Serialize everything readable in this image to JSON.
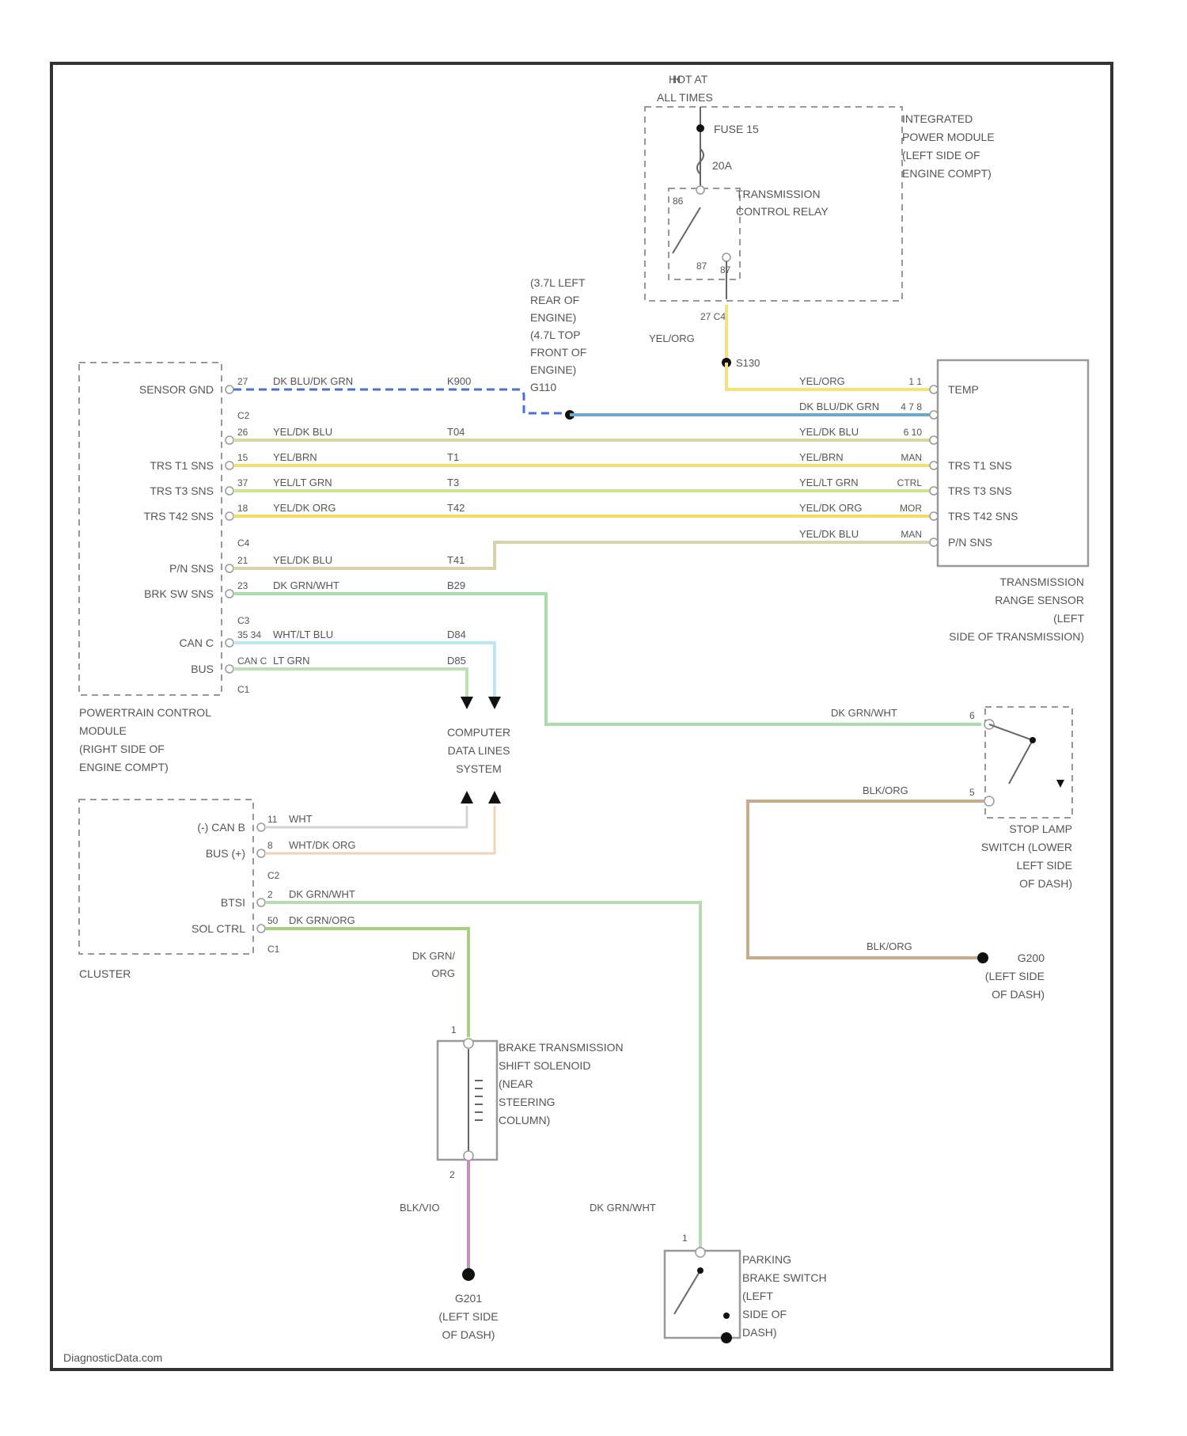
{
  "footer": "DiagnosticData.com",
  "colors": {
    "yel_org": "#f5e27a",
    "dk_blu_dk_grn": "#6aa9c8",
    "dk_blu_dashed": "#4a6fd6",
    "yel_dk_blu": "#d7d99a",
    "yel_brn": "#f2de6e",
    "yel_lt_grn": "#c9e58f",
    "yel_dk_org": "#f3d86a",
    "yel_brn_dkorg": "#d8d4a8",
    "dk_grn_wht": "#a8dca8",
    "wht_lt_blu": "#bfe6ee",
    "can_lt_grn": "#bde0b5",
    "can_l": "#d4d4d4",
    "can_h": "#f1d3b5",
    "blk_org": "#c8aa8c",
    "blk_vio": "#c28cc4",
    "stop_grn": "#b6dcb0"
  },
  "power": {
    "note": "HOT AT\nALL TIMES",
    "ipm_label": "INTEGRATED\nPOWER MODULE\n(LEFT SIDE OF\nENGINE COMPT)",
    "fuse": "FUSE 15",
    "fuse_amp": "20A",
    "relay_label": "TRANSMISSION\nCONTROL RELAY",
    "pin_a": "86",
    "pin_b": "87",
    "pin_c": "87",
    "conn": "27   C4",
    "wire": "YEL/ORG",
    "splice": "S130"
  },
  "ground_note": "(3.7L LEFT\nREAR OF\nENGINE)\n(4.7L TOP\nFRONT OF\nENGINE)\nG110",
  "pcm": {
    "label": "POWERTRAIN CONTROL\nMODULE\n(RIGHT SIDE OF\nENGINE COMPT)",
    "pins": [
      {
        "name": "SENSOR GND",
        "num": "27",
        "wire": "DK BLU/DK GRN",
        "circuit": "K900"
      },
      {
        "name": "",
        "num": "C2",
        "wire": "",
        "circuit": ""
      },
      {
        "name": "",
        "num": "26",
        "wire": "YEL/DK BLU",
        "circuit": "T04"
      },
      {
        "name": "TRS T1 SNS",
        "num": "15",
        "wire": "YEL/BRN",
        "circuit": "T1"
      },
      {
        "name": "TRS T3 SNS",
        "num": "37",
        "wire": "YEL/LT GRN",
        "circuit": "T3"
      },
      {
        "name": "TRS T42 SNS",
        "num": "18",
        "wire": "YEL/DK ORG",
        "circuit": "T42"
      },
      {
        "name": "",
        "num": "C4",
        "wire": "",
        "circuit": ""
      },
      {
        "name": "P/N SNS",
        "num": "21",
        "wire": "YEL/DK BLU",
        "circuit": "T41"
      },
      {
        "name": "BRK SW SNS",
        "num": "23",
        "wire": "DK GRN/WHT",
        "circuit": "B29"
      },
      {
        "name": "",
        "num": "C3",
        "wire": "",
        "circuit": ""
      },
      {
        "name": "CAN C",
        "num": "35 34",
        "wire": "WHT/LT BLU",
        "circuit": "D84"
      },
      {
        "name": "BUS",
        "num": "CAN C",
        "wire": "LT GRN",
        "circuit": "D85"
      },
      {
        "name": "",
        "num": "C1",
        "wire": "",
        "circuit": ""
      }
    ]
  },
  "trs": {
    "label": "TRANSMISSION\nRANGE SENSOR\n(LEFT\nSIDE OF TRANSMISSION)",
    "pins": [
      {
        "name": "TEMP",
        "wire": "YEL/ORG",
        "num": "1  1"
      },
      {
        "name": "",
        "wire": "DK BLU/DK GRN",
        "num": "4  7 8"
      },
      {
        "name": "",
        "wire": "YEL/DK BLU",
        "num": "6  10"
      },
      {
        "name": "TRS T1 SNS",
        "wire": "YEL/BRN",
        "num": "MAN"
      },
      {
        "name": "TRS T3 SNS",
        "wire": "YEL/LT GRN",
        "num": "CTRL"
      },
      {
        "name": "TRS T42 SNS",
        "wire": "YEL/DK ORG",
        "num": "MOR"
      },
      {
        "name": "P/N SNS",
        "wire": "YEL/DK BLU",
        "num": "MAN"
      }
    ]
  },
  "cdl": {
    "label": "COMPUTER\nDATA LINES\nSYSTEM"
  },
  "cluster": {
    "label": "CLUSTER",
    "pins": [
      {
        "name": "(-) CAN B",
        "num": "11",
        "wire": "WHT"
      },
      {
        "name": "BUS (+)",
        "num": "8",
        "wire": "WHT/DK ORG"
      },
      {
        "name": "",
        "num": "C2",
        "wire": ""
      },
      {
        "name": "BTSI",
        "num": "2",
        "wire": "DK GRN/WHT"
      },
      {
        "name": "SOL CTRL",
        "num": "50",
        "wire": "DK GRN/ORG"
      },
      {
        "name": "",
        "num": "C1",
        "wire": ""
      }
    ]
  },
  "stop": {
    "label": "STOP LAMP\nSWITCH (LOWER\nLEFT SIDE\nOF DASH)",
    "wire_in": "DK GRN/WHT",
    "pin_in": "6",
    "wire_out": "BLK/ORG",
    "pin_out": "5",
    "ground_wire": "BLK/ORG",
    "ground": "G200\n(LEFT SIDE\nOF DASH)"
  },
  "solenoid": {
    "label": "BRAKE TRANSMISSION\nSHIFT SOLENOID\n(NEAR\nSTEERING\nCOLUMN)",
    "wire_in": "DK GRN/\nORG",
    "pin_in": "1",
    "pin_out": "2",
    "wire_out": "BLK/VIO",
    "ground": "G201\n(LEFT SIDE\nOF DASH)"
  },
  "park": {
    "label": "PARKING\nBRAKE SWITCH\n(LEFT\nSIDE OF\nDASH)",
    "wire": "DK GRN/WHT",
    "pin": "1"
  }
}
